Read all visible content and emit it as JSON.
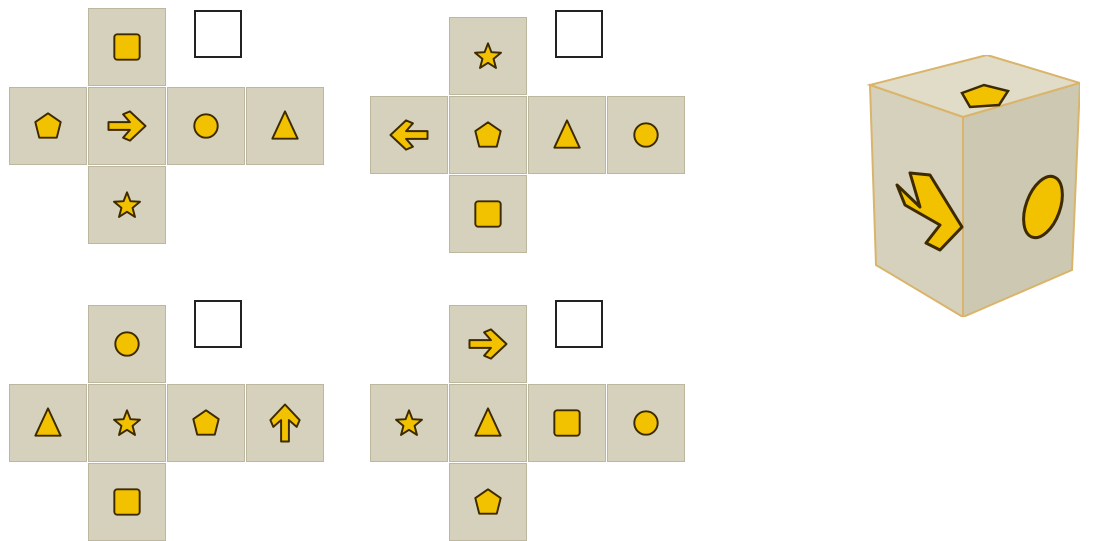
{
  "colors": {
    "face": "#d6d1bc",
    "face_border": "#bdb7a0",
    "symbol_fill": "#f2c200",
    "symbol_stroke": "#3d2a00"
  },
  "cube": {
    "top": "pentagon",
    "left": "arrow-right",
    "right": "circle"
  },
  "nets": [
    {
      "id": "A",
      "checked": false,
      "cells": [
        {
          "col": 1,
          "row": 0,
          "sym": "square"
        },
        {
          "col": 0,
          "row": 1,
          "sym": "pentagon"
        },
        {
          "col": 1,
          "row": 1,
          "sym": "arrow-right"
        },
        {
          "col": 2,
          "row": 1,
          "sym": "circle"
        },
        {
          "col": 3,
          "row": 1,
          "sym": "triangle"
        },
        {
          "col": 1,
          "row": 2,
          "sym": "star"
        }
      ]
    },
    {
      "id": "B",
      "checked": false,
      "cells": [
        {
          "col": 1,
          "row": 0,
          "sym": "star"
        },
        {
          "col": 0,
          "row": 1,
          "sym": "arrow-left"
        },
        {
          "col": 1,
          "row": 1,
          "sym": "pentagon"
        },
        {
          "col": 2,
          "row": 1,
          "sym": "triangle"
        },
        {
          "col": 3,
          "row": 1,
          "sym": "circle"
        },
        {
          "col": 1,
          "row": 2,
          "sym": "square"
        }
      ]
    },
    {
      "id": "C",
      "checked": false,
      "cells": [
        {
          "col": 1,
          "row": 0,
          "sym": "circle"
        },
        {
          "col": 0,
          "row": 1,
          "sym": "triangle"
        },
        {
          "col": 1,
          "row": 1,
          "sym": "star"
        },
        {
          "col": 2,
          "row": 1,
          "sym": "pentagon"
        },
        {
          "col": 3,
          "row": 1,
          "sym": "arrow-up"
        },
        {
          "col": 1,
          "row": 2,
          "sym": "square"
        }
      ]
    },
    {
      "id": "D",
      "checked": false,
      "cells": [
        {
          "col": 1,
          "row": 0,
          "sym": "arrow-right"
        },
        {
          "col": 0,
          "row": 1,
          "sym": "star"
        },
        {
          "col": 1,
          "row": 1,
          "sym": "triangle"
        },
        {
          "col": 2,
          "row": 1,
          "sym": "square"
        },
        {
          "col": 3,
          "row": 1,
          "sym": "circle"
        },
        {
          "col": 1,
          "row": 2,
          "sym": "pentagon"
        }
      ]
    }
  ]
}
